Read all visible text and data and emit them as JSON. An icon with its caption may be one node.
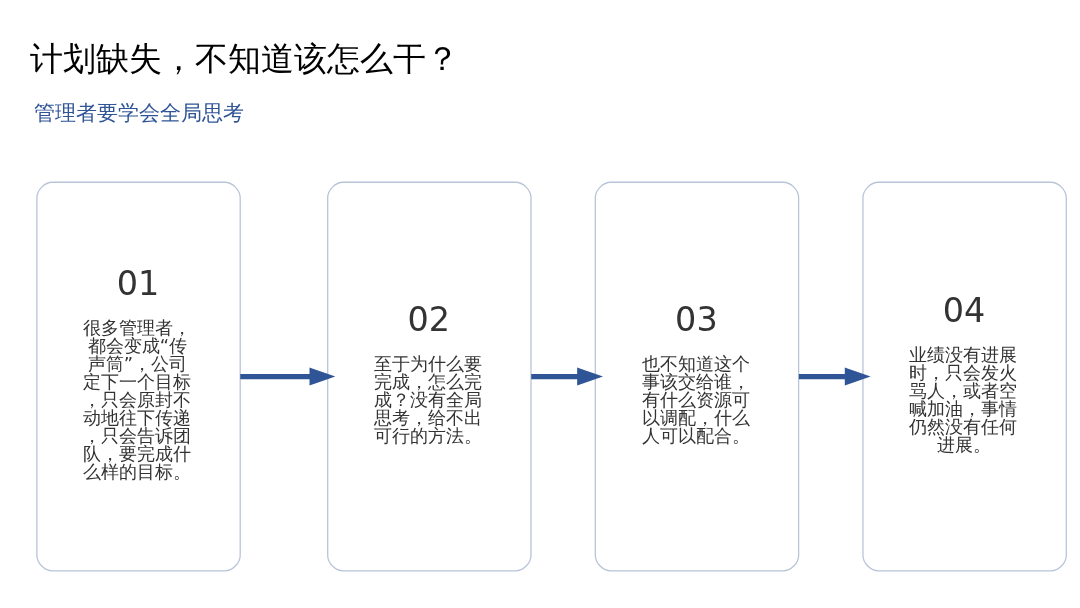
{
  "diagram": {
    "title": "计划缺失，不知道该怎么干？",
    "nodes": [
      {
        "text": [
          "01",
          "很多管理者，都会变成“传声筒”，公司定下一个目标，只会原封不动地往下传递，只会告诉团队，要完成什么样的目标。"
        ]
      },
      {
        "text": [
          "02",
          "至于为什么要完成，怎么完成？没有全局思考，给不出可行的方法。"
        ]
      },
      {
        "text": [
          "03",
          "也不知道这个事该交给谁，有什么资源可以调配，什么人可以配合。"
        ]
      },
      {
        "text": [
          "04",
          "业绩没有进展时，只会发火骂人，或者空喊加油，事情仍然没有任何进展。"
        ]
      }
    ],
    "edges": [
      {
        "from": 0,
        "to": 1,
        "arrow": "to"
      },
      {
        "from": 1,
        "to": 2,
        "arrow": "to"
      },
      {
        "from": 2,
        "to": 3,
        "arrow": "to"
      }
    ],
    "labels": [
      "管理者要学会全局思考"
    ]
  }
}
